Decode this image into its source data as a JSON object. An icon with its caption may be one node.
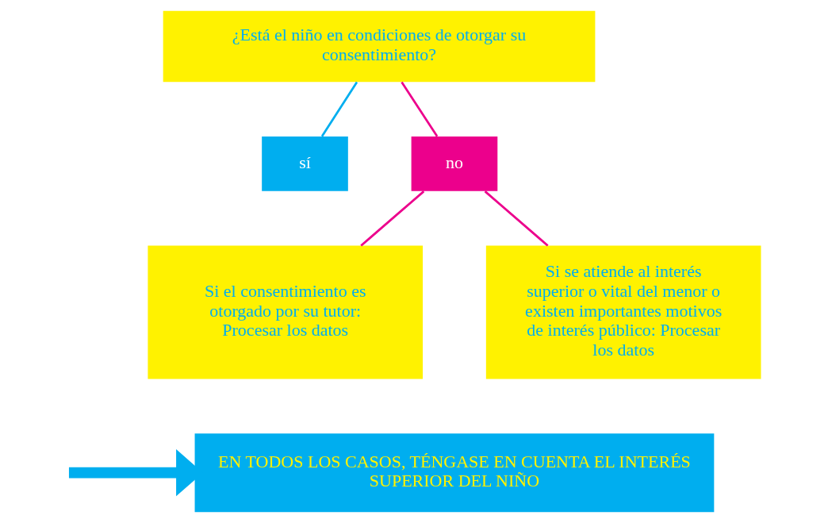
{
  "diagram": {
    "nodes": [
      {
        "text": [
          "¿Está el niño en condiciones de otorgar su consentimiento?"
        ]
      },
      {
        "text": [
          "sí"
        ]
      },
      {
        "text": [
          "no"
        ]
      },
      {
        "text": [
          "Si el consentimiento es otorgado por su tutor: Procesar los datos"
        ]
      },
      {
        "text": [
          "Si se atiende al interés superior o vital del menor o existen importantes motivos de interés público: Procesar los datos"
        ]
      },
      {
        "text": [
          "EN TODOS LOS CASOS, TÉNGASE EN CUENTA EL INTERÉS SUPERIOR DEL NIÑO"
        ]
      }
    ],
    "edges": [
      {
        "from": 0,
        "to": 1,
        "arrow": "none",
        "color": "#00aeef"
      },
      {
        "from": 0,
        "to": 2,
        "arrow": "none"
      },
      {
        "from": 2,
        "to": 3,
        "arrow": "none"
      },
      {
        "from": 2,
        "to": 4,
        "arrow": "none"
      },
      {
        "from": null,
        "to": 5,
        "arrow": "to",
        "style": "thick",
        "color": "#00aeef"
      }
    ]
  }
}
